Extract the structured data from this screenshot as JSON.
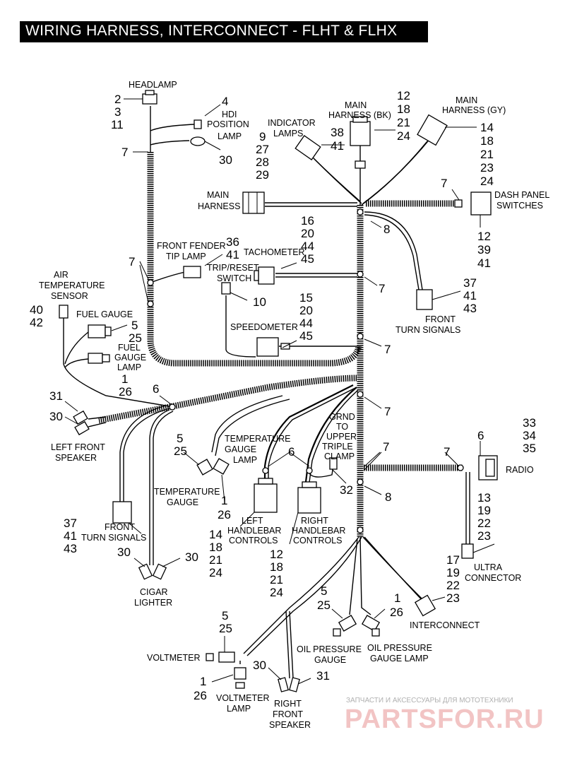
{
  "title": "WIRING HARNESS, INTERCONNECT - FLHT & FLHX",
  "labels": {
    "headlamp": "HEADLAMP",
    "hdi_position_lamp": [
      "HDI",
      "POSITION",
      "LAMP"
    ],
    "indicator_lamps": [
      "INDICATOR",
      "LAMPS"
    ],
    "main_harness_bk": [
      "MAIN",
      "HARNESS (BK)"
    ],
    "main_harness_gy": [
      "MAIN",
      "HARNESS (GY)"
    ],
    "main_harness": [
      "MAIN",
      "HARNESS"
    ],
    "dash_panel_switches": [
      "DASH PANEL",
      "SWITCHES"
    ],
    "front_fender_tip_lamp": [
      "FRONT FENDER",
      "TIP LAMP"
    ],
    "tachometer": "TACHOMETER",
    "trip_reset_switch": [
      "TRIP/RESET",
      "SWITCH"
    ],
    "air_temperature_sensor": [
      "AIR",
      "TEMPERATURE",
      "SENSOR"
    ],
    "fuel_gauge": "FUEL GAUGE",
    "fuel_gauge_lamp": [
      "FUEL",
      "GAUGE",
      "LAMP"
    ],
    "speedometer": "SPEEDOMETER",
    "front_turn_signals_right": [
      "FRONT",
      "TURN SIGNALS"
    ],
    "left_front_speaker": [
      "LEFT FRONT",
      "SPEAKER"
    ],
    "temperature_gauge_lamp": [
      "TEMPERATURE",
      "GAUGE",
      "LAMP"
    ],
    "grnd_upper_triple_clamp": [
      "GRND",
      "TO",
      "UPPER",
      "TRIPLE",
      "CLAMP"
    ],
    "radio": "RADIO",
    "temperature_gauge": [
      "TEMPERATURE",
      "GAUGE"
    ],
    "left_handlebar_controls": [
      "LEFT",
      "HANDLEBAR",
      "CONTROLS"
    ],
    "right_handlebar_controls": [
      "RIGHT",
      "HANDLEBAR",
      "CONTROLS"
    ],
    "front_turn_signals_left": [
      "FRONT",
      "TURN SIGNALS"
    ],
    "ultra_connector": [
      "ULTRA",
      "CONNECTOR"
    ],
    "cigar_lighter": [
      "CIGAR",
      "LIGHTER"
    ],
    "interconnect": "INTERCONNECT",
    "voltmeter": "VOLTMETER",
    "oil_pressure_gauge": [
      "OIL PRESSURE",
      "GAUGE"
    ],
    "oil_pressure_gauge_lamp": [
      "OIL PRESSURE",
      "GAUGE LAMP"
    ],
    "voltmeter_lamp": [
      "VOLTMETER",
      "LAMP"
    ],
    "right_front_speaker": [
      "RIGHT",
      "FRONT",
      "SPEAKER"
    ]
  },
  "callouts": {
    "headlamp": [
      "2",
      "3",
      "11"
    ],
    "headlamp_clip": "7",
    "hdi_lamp": "4",
    "hdi_bulb": "30",
    "indicator_lamps": [
      "9",
      "27",
      "28",
      "29"
    ],
    "main_bk": [
      "38",
      "41"
    ],
    "main_bk_parts": [
      "12",
      "18",
      "21",
      "24"
    ],
    "main_gy_parts": [
      "14",
      "18",
      "21",
      "23",
      "24"
    ],
    "dash_clip": "7",
    "dash_parts": [
      "12",
      "39",
      "41"
    ],
    "harness_clip_8a": "8",
    "tip_lamp": [
      "36",
      "41"
    ],
    "tach": [
      "16",
      "20",
      "44",
      "45"
    ],
    "left_clips": "7",
    "clip_7b": "7",
    "trip_switch": "10",
    "turn_right": [
      "37",
      "41",
      "43"
    ],
    "air_temp": [
      "40",
      "42"
    ],
    "fuel_gauge": [
      "5",
      "25"
    ],
    "fuel_lamp": [
      "1",
      "26"
    ],
    "speedo": [
      "15",
      "20",
      "44",
      "45"
    ],
    "clip_7c": "7",
    "clip_6a": "6",
    "clip_7d": "7",
    "speaker_left": [
      "31",
      "30"
    ],
    "temp_gauge": [
      "5",
      "25"
    ],
    "clip_6b": "6",
    "clip_7e": "7",
    "clip_7f": "7",
    "clip_6c": "6",
    "radio": [
      "33",
      "34",
      "35"
    ],
    "grnd": "32",
    "clip_8b": "8",
    "temp_lamp": [
      "1",
      "26"
    ],
    "ultra_parts": [
      "13",
      "19",
      "22",
      "23"
    ],
    "ultra_conn": [
      "17",
      "19",
      "22",
      "23"
    ],
    "turn_left": [
      "37",
      "41",
      "43"
    ],
    "left_hb": [
      "14",
      "18",
      "21",
      "24"
    ],
    "right_hb": [
      "12",
      "18",
      "21",
      "24"
    ],
    "cigar": [
      "30",
      "30"
    ],
    "oil_gauge": [
      "5",
      "25"
    ],
    "oil_lamp": [
      "1",
      "26"
    ],
    "volt": [
      "5",
      "25"
    ],
    "volt_lamp": [
      "1",
      "26"
    ],
    "speaker_right": [
      "30",
      "31"
    ]
  },
  "watermark": {
    "top": "ЗАПЧАСТИ И АКСЕССУАРЫ ДЛЯ МОТОТЕХНИКИ",
    "brand": "PARTSFOR.RU"
  }
}
